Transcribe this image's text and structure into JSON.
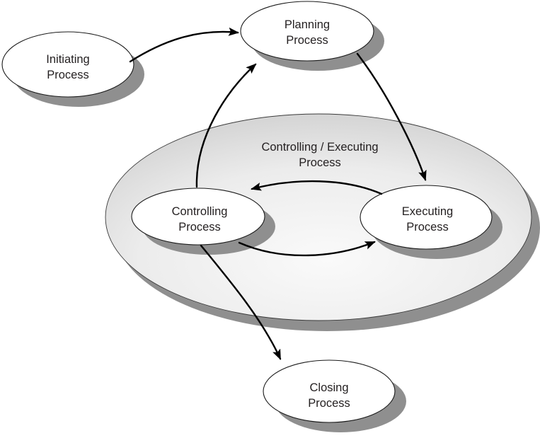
{
  "diagram": {
    "type": "flow-diagram",
    "nodes": {
      "initiating": {
        "line1": "Initiating",
        "line2": "Process"
      },
      "planning": {
        "line1": "Planning",
        "line2": "Process"
      },
      "controlling": {
        "line1": "Controlling",
        "line2": "Process"
      },
      "executing": {
        "line1": "Executing",
        "line2": "Process"
      },
      "closing": {
        "line1": "Closing",
        "line2": "Process"
      },
      "group": {
        "line1": "Controlling / Executing",
        "line2": "Process"
      }
    },
    "arrows": [
      {
        "from": "initiating",
        "to": "planning"
      },
      {
        "from": "planning",
        "to": "executing"
      },
      {
        "from": "controlling",
        "to": "planning"
      },
      {
        "from": "executing",
        "to": "controlling"
      },
      {
        "from": "controlling",
        "to": "executing"
      },
      {
        "from": "controlling",
        "to": "closing"
      }
    ],
    "colors": {
      "node_fill": "#ffffff",
      "node_outline": "#1a1a1a",
      "shadow": "#8f8f8f",
      "group_fill_light": "#fafafa",
      "group_fill_dark": "#cbcbcb",
      "arrow": "#000000",
      "text": "#231f20",
      "background": "#ffffff"
    }
  }
}
